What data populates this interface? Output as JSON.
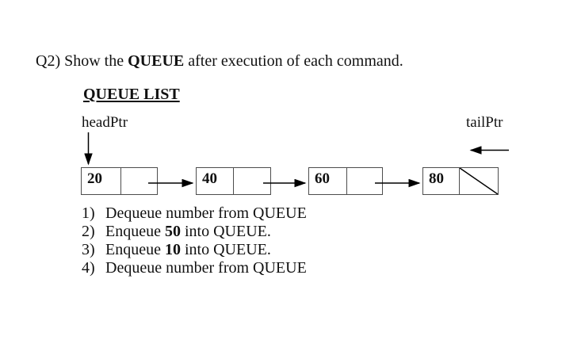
{
  "page": {
    "background_color": "#ffffff",
    "ink_color": "#000000",
    "box_border_color": "#4d4d4d"
  },
  "title": {
    "prefix": "Q2) Show the ",
    "emphasis": "QUEUE",
    "suffix": " after execution of each command."
  },
  "section_heading": "QUEUE LIST",
  "diagram": {
    "head_pointer_label": "headPtr",
    "tail_pointer_label": "tailPtr",
    "nodes": [
      {
        "value": "20",
        "null_next": false
      },
      {
        "value": "40",
        "null_next": false
      },
      {
        "value": "60",
        "null_next": false
      },
      {
        "value": "80",
        "null_next": true
      }
    ]
  },
  "commands": {
    "items": [
      {
        "number": "1)",
        "pre": "Dequeue number from QUEUE",
        "bold": "",
        "post": ""
      },
      {
        "number": "2)",
        "pre": "Enqueue ",
        "bold": "50",
        "post": " into QUEUE."
      },
      {
        "number": "3)",
        "pre": "Enqueue ",
        "bold": "10",
        "post": " into QUEUE."
      },
      {
        "number": "4)",
        "pre": "Dequeue number from QUEUE",
        "bold": "",
        "post": ""
      }
    ]
  }
}
